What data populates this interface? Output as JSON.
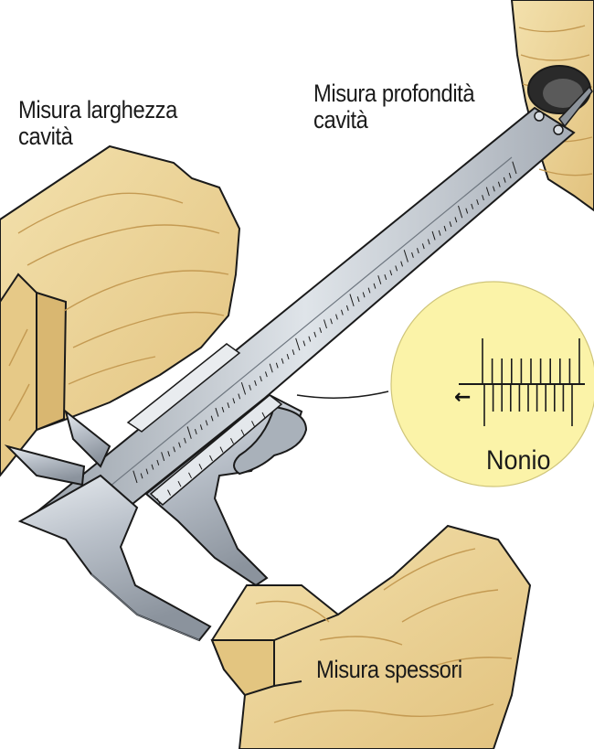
{
  "labels": {
    "width_line1": "Misura larghezza",
    "width_line2": "cavità",
    "depth_line1": "Misura profondità",
    "depth_line2": "cavità",
    "thickness": "Misura spessori",
    "vernier": "Nonio",
    "vernier_arrow": "←"
  },
  "colors": {
    "wood": "#ecd498",
    "wood_shadow": "#cfae66",
    "wood_grain": "#b98d45",
    "steel": "#b9c0c9",
    "steel_dark": "#7d858f",
    "magnifier": "#fbf3a8",
    "outline": "#1a1a1a"
  }
}
